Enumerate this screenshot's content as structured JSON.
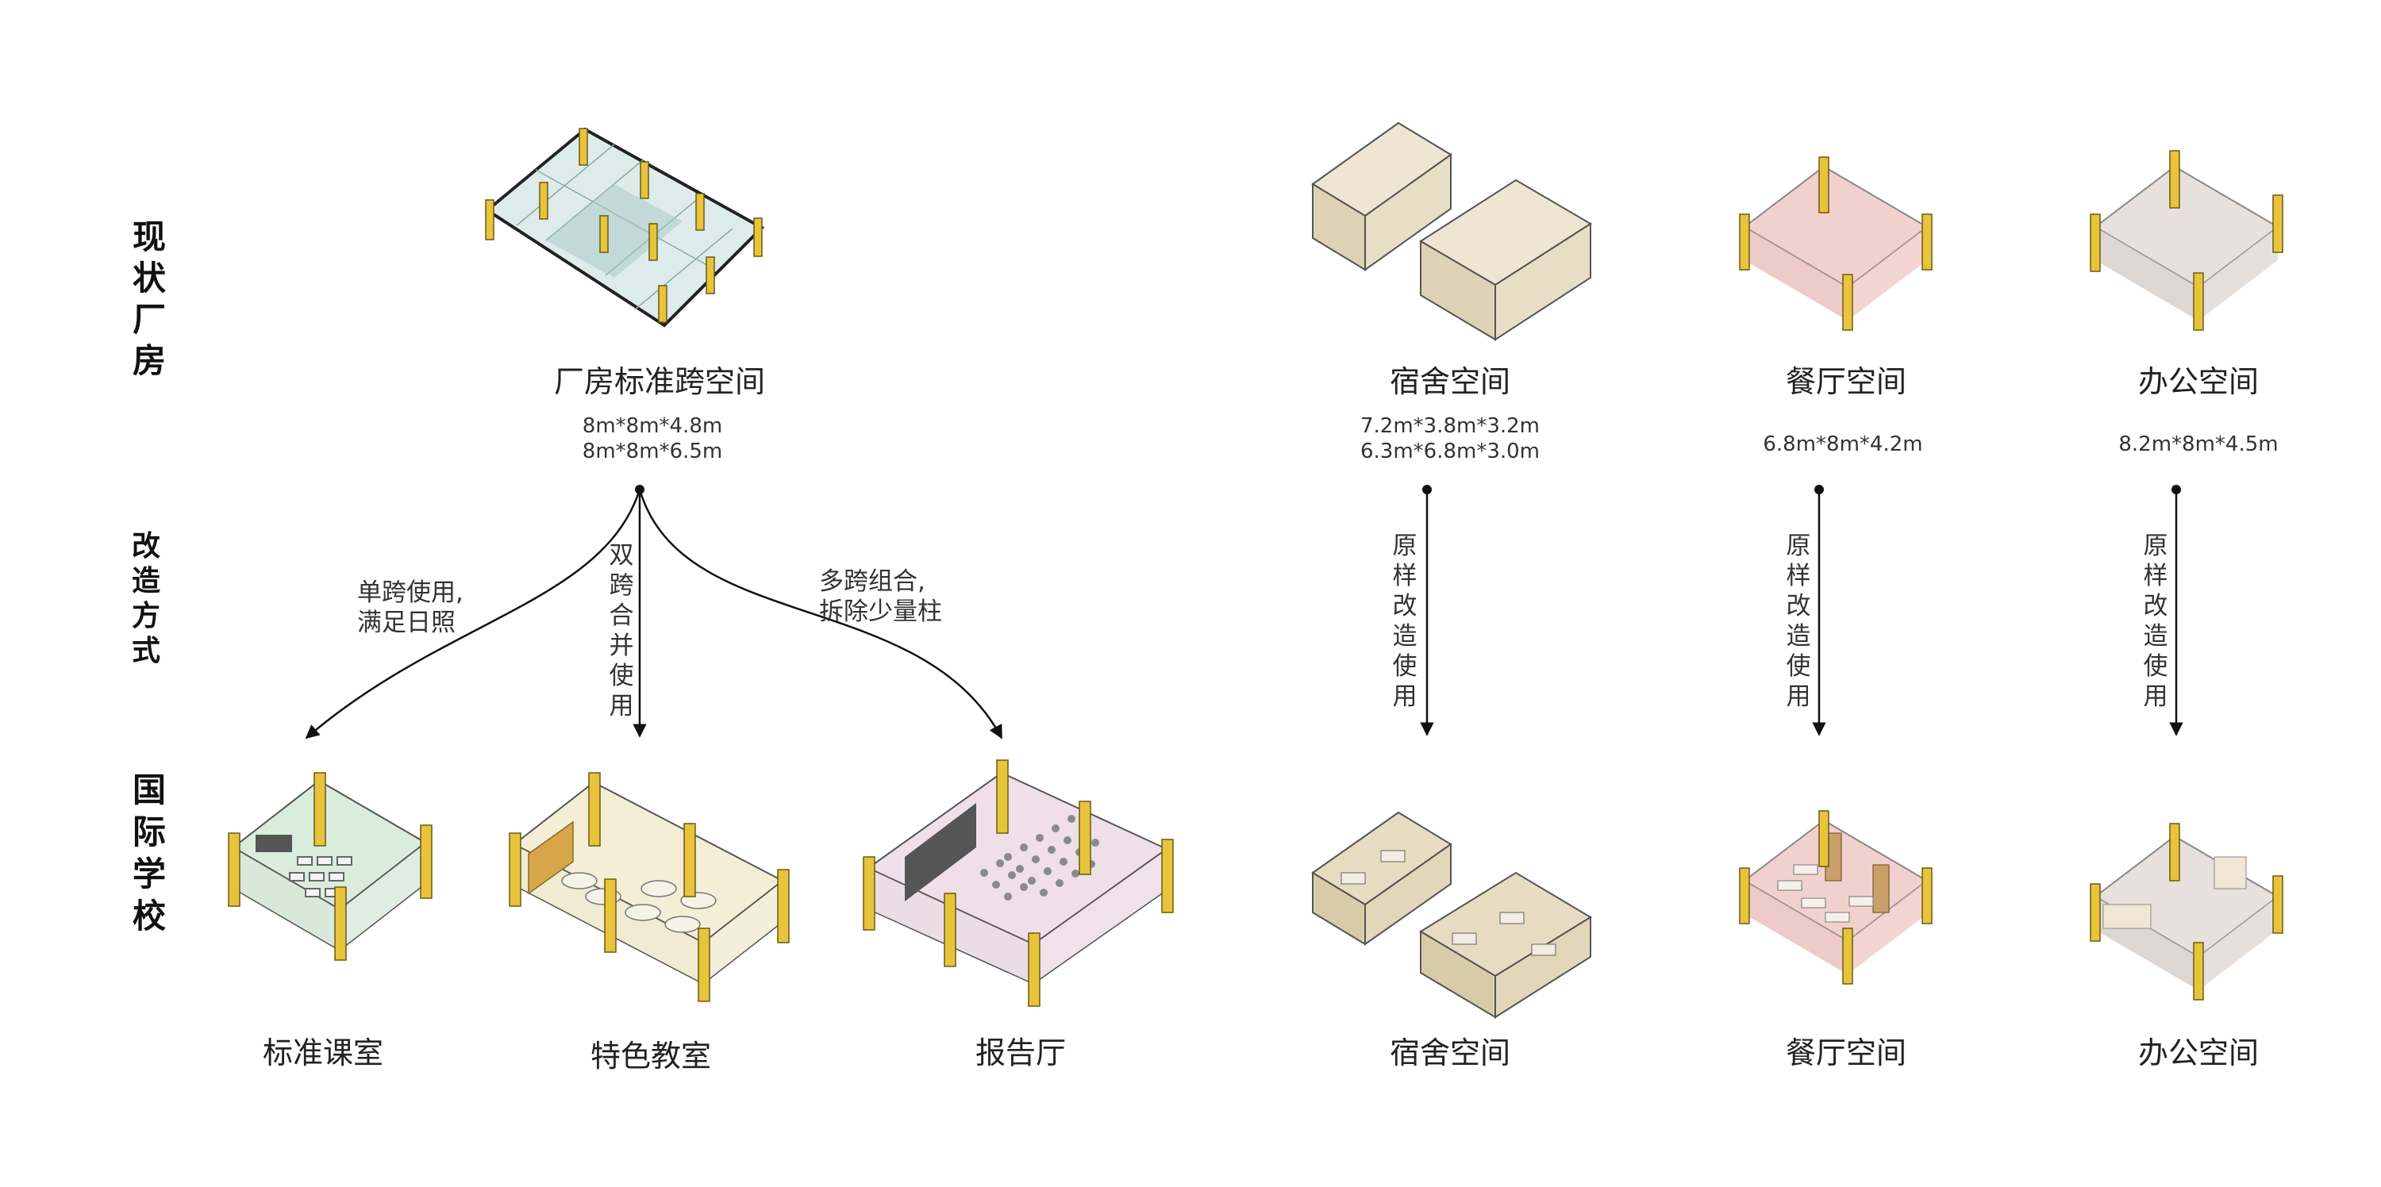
{
  "row_labels": {
    "existing": [
      "现",
      "状",
      "厂",
      "房"
    ],
    "method": [
      "改",
      "造",
      "方",
      "式"
    ],
    "school": [
      "国",
      "际",
      "学",
      "校"
    ]
  },
  "existing": {
    "factory": {
      "title": "厂房标准跨空间",
      "dims": [
        "8m*8m*4.8m",
        "8m*8m*6.5m"
      ]
    },
    "dorm": {
      "title": "宿舍空间",
      "dims": [
        "7.2m*3.8m*3.2m",
        "6.3m*6.8m*3.0m"
      ]
    },
    "canteen": {
      "title": "餐厅空间",
      "dims": [
        "6.8m*8m*4.2m"
      ]
    },
    "office": {
      "title": "办公空间",
      "dims": [
        "8.2m*8m*4.5m"
      ]
    }
  },
  "methods": {
    "single": [
      "单跨使用,",
      "满足日照"
    ],
    "double": [
      "双",
      "跨",
      "合",
      "并",
      "使",
      "用"
    ],
    "multi": [
      "多跨组合,",
      "拆除少量柱"
    ],
    "keep": [
      "原",
      "样",
      "改",
      "造",
      "使",
      "用"
    ]
  },
  "results": {
    "classroom": "标准课室",
    "feature": "特色教室",
    "hall": "报告厅",
    "dorm": "宿舍空间",
    "canteen": "餐厅空间",
    "office": "办公空间"
  },
  "colors": {
    "column": "#e8c43c",
    "factory_glass": "#d2e6e4",
    "dorm": "#e6dcc2",
    "canteen": "#efc9c6",
    "office": "#e5ddd8",
    "classroom": "#d6ead8",
    "feature": "#f3ecd2",
    "hall": "#ecdbe6"
  }
}
